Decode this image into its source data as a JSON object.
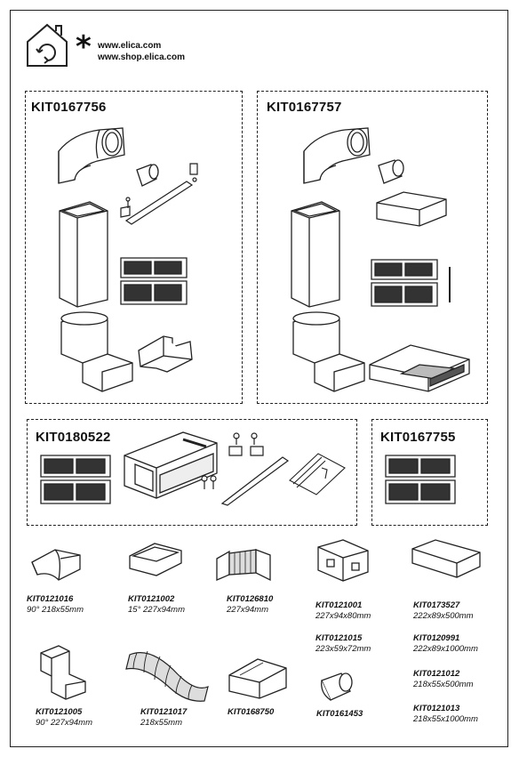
{
  "header": {
    "urls": [
      "www.elica.com",
      "www.shop.elica.com"
    ]
  },
  "kits": [
    {
      "code": "KIT0167756"
    },
    {
      "code": "KIT0167757"
    },
    {
      "code": "KIT0180522"
    },
    {
      "code": "KIT0167755"
    }
  ],
  "parts": [
    {
      "code": "KIT0121016",
      "desc": "90°  218x55mm"
    },
    {
      "code": "KIT0121002",
      "desc": "15°  227x94mm"
    },
    {
      "code": "KIT0126810",
      "desc": "227x94mm"
    },
    {
      "code": "KIT0121001",
      "desc": "227x94x80mm"
    },
    {
      "code": "KIT0173527",
      "desc": "222x89x500mm"
    },
    {
      "code": "KIT0121015",
      "desc": "223x59x72mm"
    },
    {
      "code": "KIT0120991",
      "desc": "222x89x1000mm"
    },
    {
      "code": "KIT0121005",
      "desc": "90°  227x94mm"
    },
    {
      "code": "KIT0121017",
      "desc": "218x55mm"
    },
    {
      "code": "KIT0168750",
      "desc": ""
    },
    {
      "code": "KIT0161453",
      "desc": ""
    },
    {
      "code": "KIT0121012",
      "desc": "218x55x500mm"
    },
    {
      "code": "KIT0121013",
      "desc": "218x55x1000mm"
    }
  ]
}
